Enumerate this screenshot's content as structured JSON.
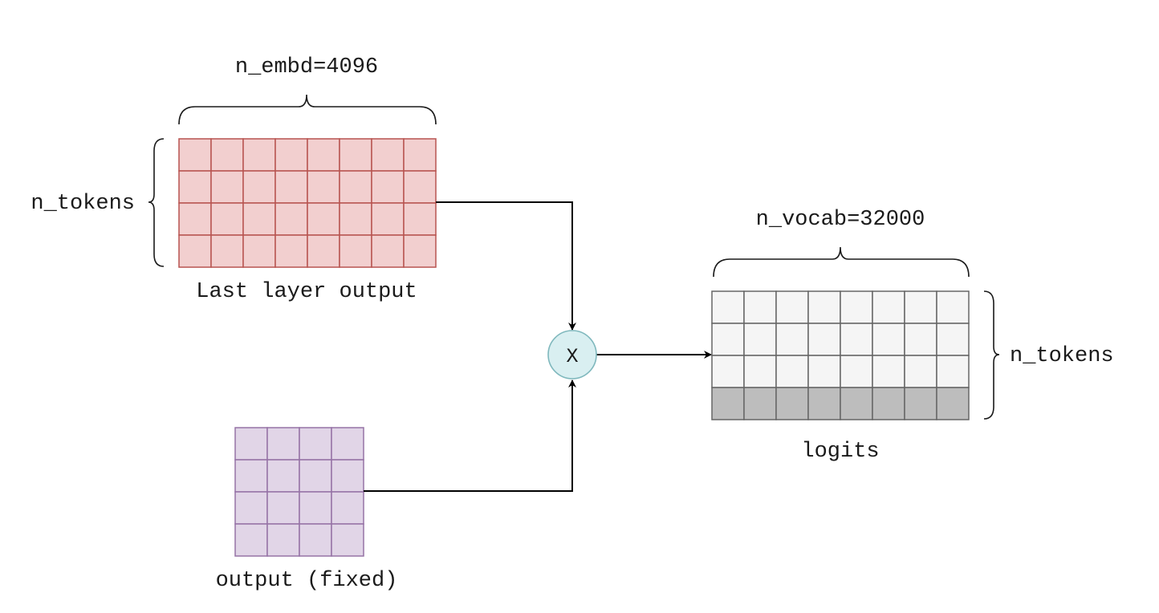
{
  "labels": {
    "n_embd": "n_embd=4096",
    "n_tokens_left": "n_tokens",
    "last_layer_output": "Last layer output",
    "output_fixed": "output (fixed)",
    "multiply": "X",
    "n_vocab": "n_vocab=32000",
    "n_tokens_right": "n_tokens",
    "logits": "logits"
  },
  "matrices": {
    "last_layer_output": {
      "rows": 4,
      "cols": 8,
      "fill": "#f2cfcf",
      "stroke": "#b85450"
    },
    "output_fixed": {
      "rows": 4,
      "cols": 4,
      "fill": "#e1d5e7",
      "stroke": "#9673a6"
    },
    "logits": {
      "rows": 4,
      "cols": 8,
      "fill": "#f5f5f5",
      "stroke": "#666666",
      "highlight_row_fill": "#bdbdbd",
      "highlight_row": 3
    }
  },
  "multiply_node": {
    "fill": "#d9eff1",
    "stroke": "#7fb8bd"
  }
}
